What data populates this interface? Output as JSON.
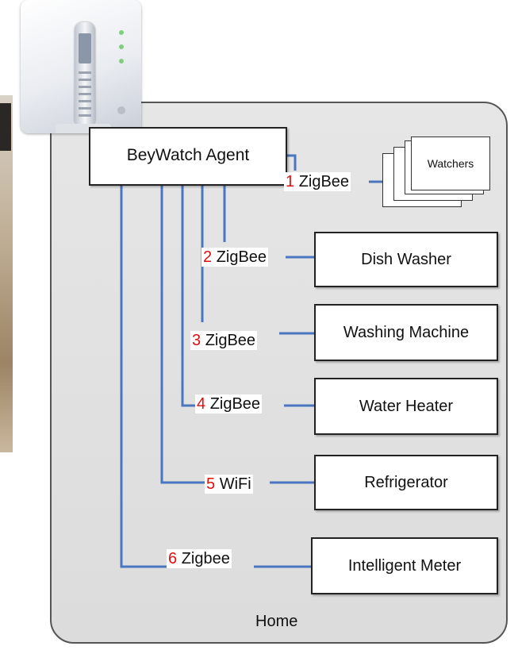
{
  "agent": {
    "label": "BeyWatch Agent"
  },
  "watchers": {
    "label": "Watchers"
  },
  "home": {
    "label": "Home"
  },
  "connections": [
    {
      "number": "1",
      "protocol": "ZigBee"
    },
    {
      "number": "2",
      "protocol": "ZigBee"
    },
    {
      "number": "3",
      "protocol": "ZigBee"
    },
    {
      "number": "4",
      "protocol": "ZigBee"
    },
    {
      "number": "5",
      "protocol": "WiFi"
    },
    {
      "number": "6",
      "protocol": "Zigbee"
    }
  ],
  "appliances": [
    {
      "label": "Dish Washer"
    },
    {
      "label": "Washing Machine"
    },
    {
      "label": "Water Heater"
    },
    {
      "label": "Refrigerator"
    },
    {
      "label": "Intelligent Meter"
    }
  ],
  "colors": {
    "wire": "#4a76c0",
    "number": "#e01010",
    "border": "#222222",
    "home_bg": "#e0e0e0"
  }
}
